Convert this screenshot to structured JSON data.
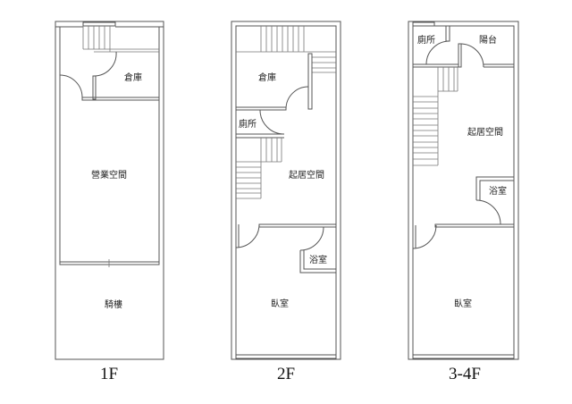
{
  "plans": [
    {
      "floor": "1F",
      "rooms": {
        "storage": "倉庫",
        "business": "營業空間",
        "arcade": "騎樓"
      }
    },
    {
      "floor": "2F",
      "rooms": {
        "storage": "倉庫",
        "toilet": "廁所",
        "living": "起居空間",
        "bath": "浴室",
        "bedroom": "臥室"
      }
    },
    {
      "floor": "3-4F",
      "rooms": {
        "toilet": "廁所",
        "balcony": "陽台",
        "living": "起居空間",
        "bath": "浴室",
        "bedroom": "臥室"
      }
    }
  ]
}
